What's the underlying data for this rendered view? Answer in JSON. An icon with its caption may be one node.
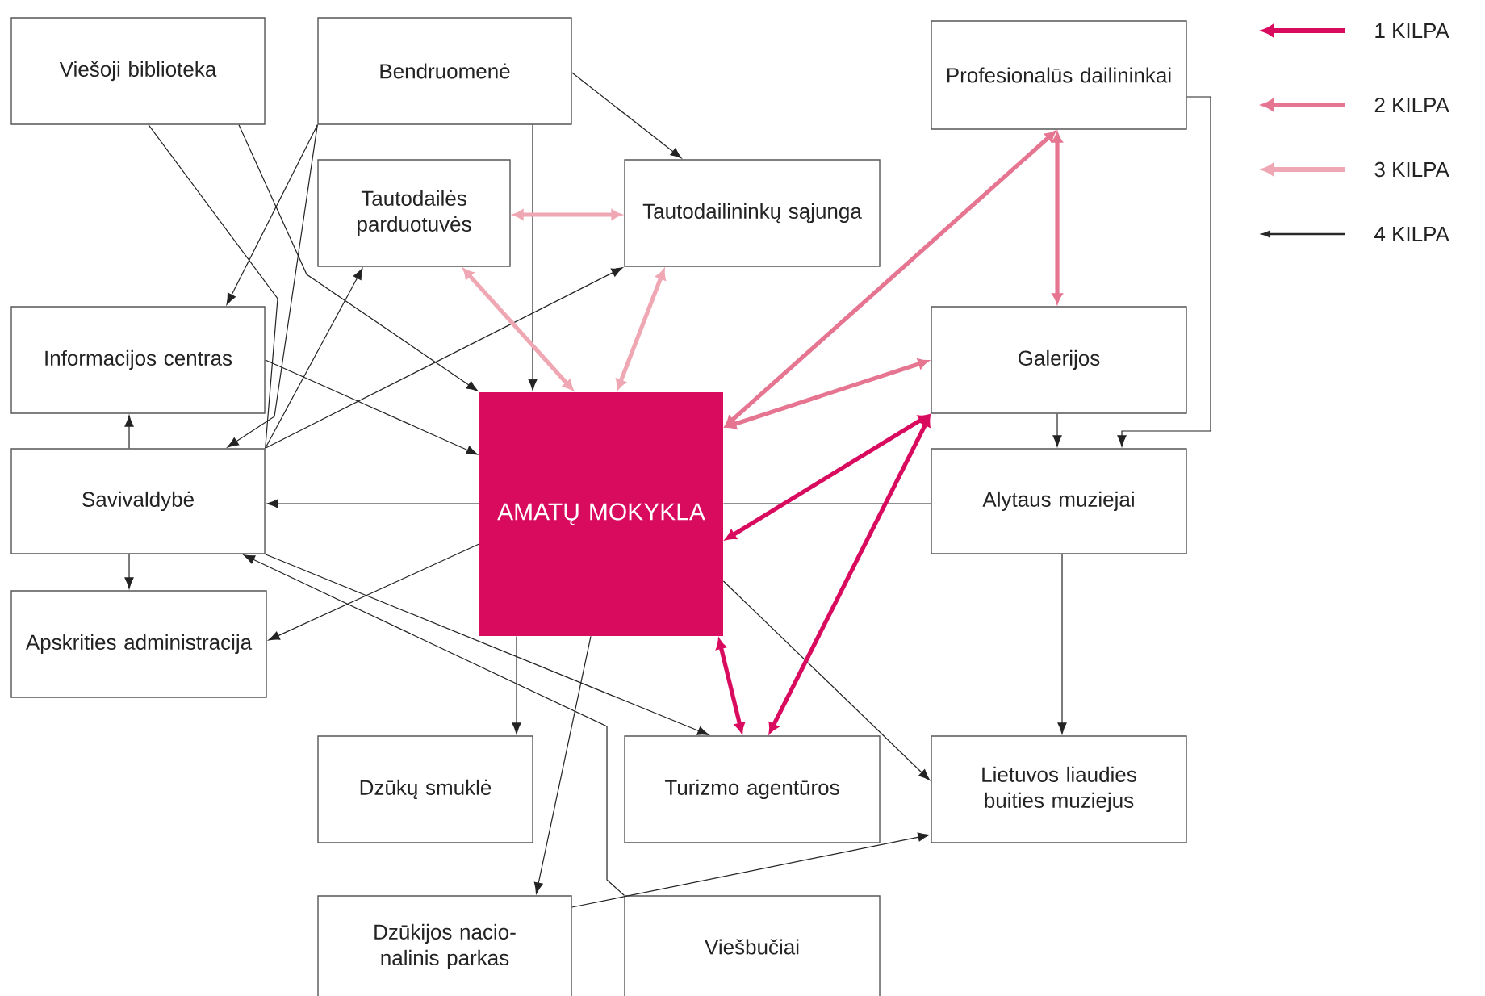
{
  "diagram": {
    "nodes": [
      {
        "text": [
          "Viešoji biblioteka"
        ]
      },
      {
        "text": [
          "Bendruomenė"
        ]
      },
      {
        "text": [
          "Profesionalūs dailininkai"
        ]
      },
      {
        "text": [
          "Tautodailės parduotuvės"
        ]
      },
      {
        "text": [
          "Tautodailininkų sąjunga"
        ]
      },
      {
        "text": [
          "Informacijos centras"
        ]
      },
      {
        "text": [
          "Galerijos"
        ]
      },
      {
        "text": [
          "Savivaldybė"
        ]
      },
      {
        "text": [
          "AMATŲ MOKYKLA"
        ]
      },
      {
        "text": [
          "Alytaus muziejai"
        ]
      },
      {
        "text": [
          "Apskrities administracija"
        ]
      },
      {
        "text": [
          "Dzūkų smuklė"
        ]
      },
      {
        "text": [
          "Turizmo agentūros"
        ]
      },
      {
        "text": [
          "Lietuvos liaudies buities muziejus"
        ]
      },
      {
        "text": [
          "Dzūkijos nacio- nalinis parkas"
        ]
      },
      {
        "text": [
          "Viešbučiai"
        ]
      }
    ],
    "edges": [
      {
        "from": 0,
        "to": 7,
        "arrow": "none"
      },
      {
        "from": 0,
        "to": 8,
        "arrow": "to"
      },
      {
        "from": 1,
        "to": 5,
        "arrow": "to"
      },
      {
        "from": 1,
        "to": 7,
        "arrow": "to"
      },
      {
        "from": 1,
        "to": 8,
        "arrow": "to"
      },
      {
        "from": 1,
        "to": 4,
        "arrow": "to"
      },
      {
        "from": 7,
        "to": 3,
        "arrow": "to"
      },
      {
        "from": 7,
        "to": 4,
        "arrow": "to"
      },
      {
        "from": 5,
        "to": 8,
        "arrow": "to"
      },
      {
        "from": 7,
        "to": 5,
        "arrow": "to"
      },
      {
        "from": 7,
        "to": 10,
        "arrow": "to"
      },
      {
        "from": 8,
        "to": 7,
        "arrow": "to"
      },
      {
        "from": 9,
        "to": 8,
        "arrow": "none"
      },
      {
        "from": 8,
        "to": 10,
        "arrow": "to"
      },
      {
        "from": 7,
        "to": 12,
        "arrow": "to"
      },
      {
        "from": 15,
        "to": 7,
        "arrow": "to"
      },
      {
        "from": 8,
        "to": 11,
        "arrow": "to"
      },
      {
        "from": 8,
        "to": 14,
        "arrow": "to"
      },
      {
        "from": 8,
        "to": 13,
        "arrow": "to"
      },
      {
        "from": 14,
        "to": 13,
        "arrow": "to"
      },
      {
        "from": 6,
        "to": 9,
        "arrow": "to"
      },
      {
        "from": 2,
        "to": 9,
        "arrow": "to"
      },
      {
        "from": 9,
        "to": 13,
        "arrow": "to"
      },
      {
        "from": 3,
        "to": 4,
        "arrow": "both",
        "style": "thick",
        "color": "#f0a7b4"
      },
      {
        "from": 8,
        "to": 3,
        "arrow": "both",
        "style": "thick",
        "color": "#f0a7b4"
      },
      {
        "from": 8,
        "to": 4,
        "arrow": "both",
        "style": "thick",
        "color": "#f0a7b4"
      },
      {
        "from": 8,
        "to": 2,
        "arrow": "both",
        "style": "thick",
        "color": "#e57590"
      },
      {
        "from": 2,
        "to": 6,
        "arrow": "both",
        "style": "thick",
        "color": "#e57590"
      },
      {
        "from": 8,
        "to": 6,
        "arrow": "both",
        "style": "thick",
        "color": "#e57590"
      },
      {
        "from": 8,
        "to": 6,
        "arrow": "both",
        "style": "thick",
        "color": "#d90b5f"
      },
      {
        "from": 12,
        "to": 6,
        "arrow": "both",
        "style": "thick",
        "color": "#d90b5f"
      },
      {
        "from": 8,
        "to": 12,
        "arrow": "both",
        "style": "thick",
        "color": "#d90b5f"
      }
    ],
    "legend": [
      {
        "text": "1 KILPA",
        "color": "#d90b5f"
      },
      {
        "text": "2 KILPA",
        "color": "#e57590"
      },
      {
        "text": "3 KILPA",
        "color": "#f0a7b4"
      },
      {
        "text": "4 KILPA",
        "color": "#282828"
      }
    ]
  }
}
